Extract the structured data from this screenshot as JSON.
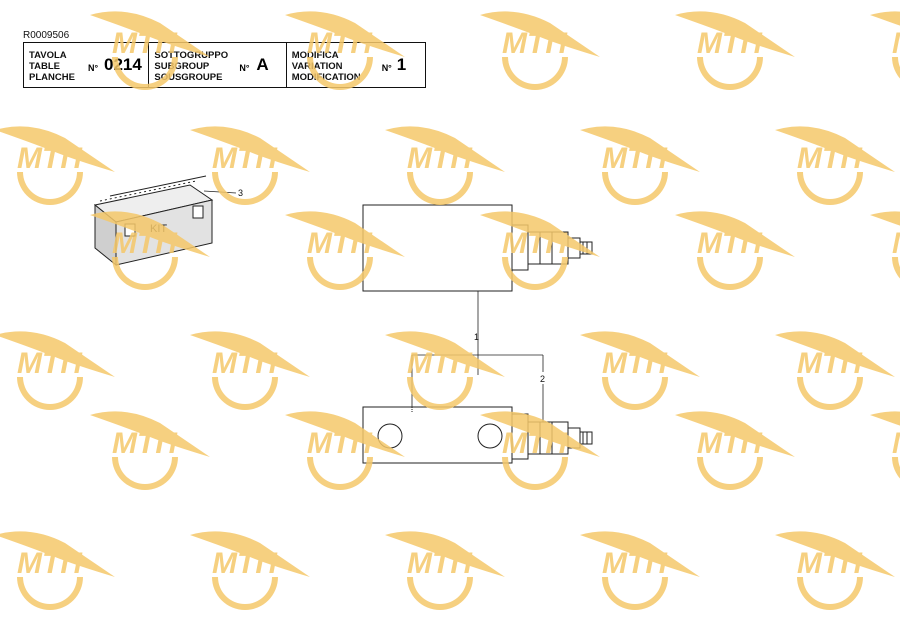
{
  "document": {
    "code": "R0009506"
  },
  "header": {
    "table": {
      "labels": [
        "TAVOLA",
        "TABLE",
        "PLANCHE"
      ],
      "no_symbol": "N°",
      "value": "0214"
    },
    "subgroup": {
      "labels": [
        "SOTTOGRUPPO",
        "SUBGROUP",
        "SOUSGROUPE"
      ],
      "no_symbol": "N°",
      "value": "A"
    },
    "modification": {
      "labels": [
        "MODIFICA",
        "VARIATION",
        "MODIFICATION"
      ],
      "no_symbol": "N°",
      "value": "1"
    }
  },
  "drawing": {
    "callouts": [
      "3",
      "1",
      "2"
    ],
    "kit_box_text": "KIT"
  },
  "watermark": {
    "logo_text": "MTП",
    "color": "#f5c86a"
  }
}
